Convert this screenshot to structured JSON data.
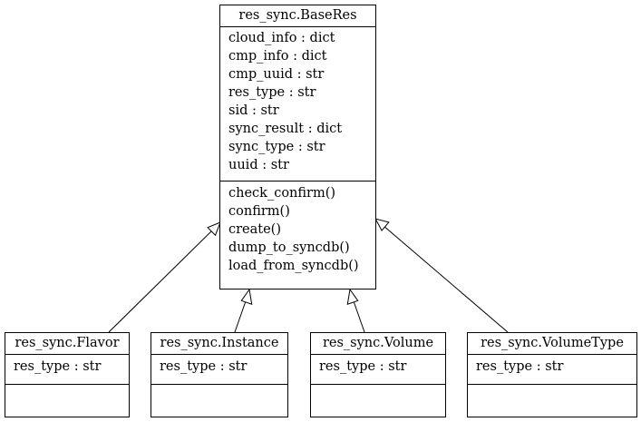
{
  "base_class": {
    "name": "res_sync.BaseRes",
    "attributes": [
      "cloud_info : dict",
      "cmp_info : dict",
      "cmp_uuid : str",
      "res_type : str",
      "sid : str",
      "sync_result : dict",
      "sync_type : str",
      "uuid : str"
    ],
    "methods": [
      "check_confirm()",
      "confirm()",
      "create()",
      "dump_to_syncdb()",
      "load_from_syncdb()"
    ]
  },
  "subclasses": [
    {
      "name": "res_sync.Flavor",
      "attributes": [
        "res_type : str"
      ],
      "methods": []
    },
    {
      "name": "res_sync.Instance",
      "attributes": [
        "res_type : str"
      ],
      "methods": []
    },
    {
      "name": "res_sync.Volume",
      "attributes": [
        "res_type : str"
      ],
      "methods": []
    },
    {
      "name": "res_sync.VolumeType",
      "attributes": [
        "res_type : str"
      ],
      "methods": []
    }
  ],
  "colors": {
    "line": "#000000",
    "background": "#ffffff"
  }
}
